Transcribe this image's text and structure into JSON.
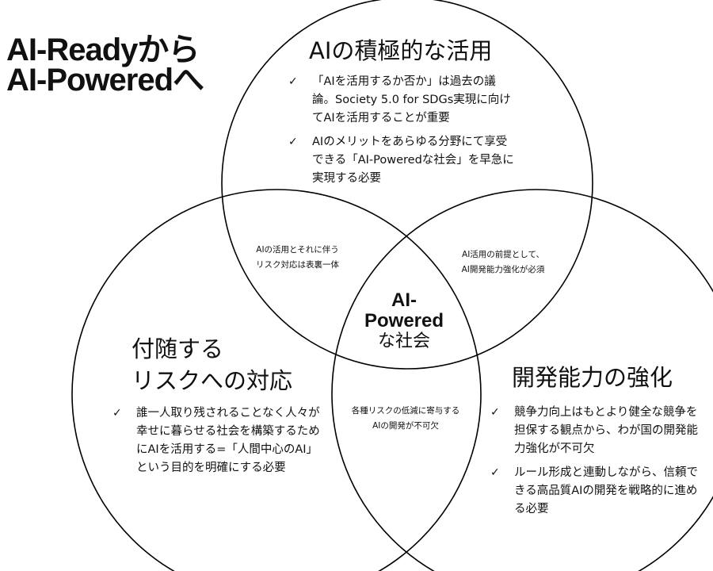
{
  "title": {
    "line1": "AI-Readyから",
    "line2": "AI-Poweredへ"
  },
  "circles": {
    "top": {
      "heading": "AIの積極的な活用",
      "bullets": [
        "「AIを活用するか否か」は過去の議論。Society 5.0 for SDGs実現に向けてAIを活用することが重要",
        "AIのメリットをあらゆる分野にて享受できる「AI-Poweredな社会」を早急に実現する必要"
      ]
    },
    "left": {
      "heading_line1": "付随する",
      "heading_line2": "リスクへの対応",
      "bullets": [
        "誰一人取り残されることなく人々が幸せに暮らせる社会を構築するためにAIを活用する=「人間中心のAI」という目的を明確にする必要"
      ]
    },
    "right": {
      "heading": "開発能力の強化",
      "bullets": [
        "競争力向上はもとより健全な競争を担保する観点から、わが国の開発能力強化が不可欠",
        "ルール形成と連動しながら、信頼できる高品質AIの開発を戦略的に進める必要"
      ]
    }
  },
  "overlaps": {
    "top_left": {
      "line1": "AIの活用とそれに伴う",
      "line2": "リスク対応は表裏一体"
    },
    "top_right": {
      "line1": "AI活用の前提として、",
      "line2": "AI開発能力強化が必須"
    },
    "bottom": {
      "line1": "各種リスクの低減に寄与する",
      "line2": "AIの開発が不可欠"
    }
  },
  "center": {
    "line1": "AI-",
    "line2": "Powered",
    "line3": "な社会"
  },
  "check_mark": "✓",
  "colors": {
    "stroke": "#000000",
    "text": "#111111",
    "background": "#ffffff"
  }
}
